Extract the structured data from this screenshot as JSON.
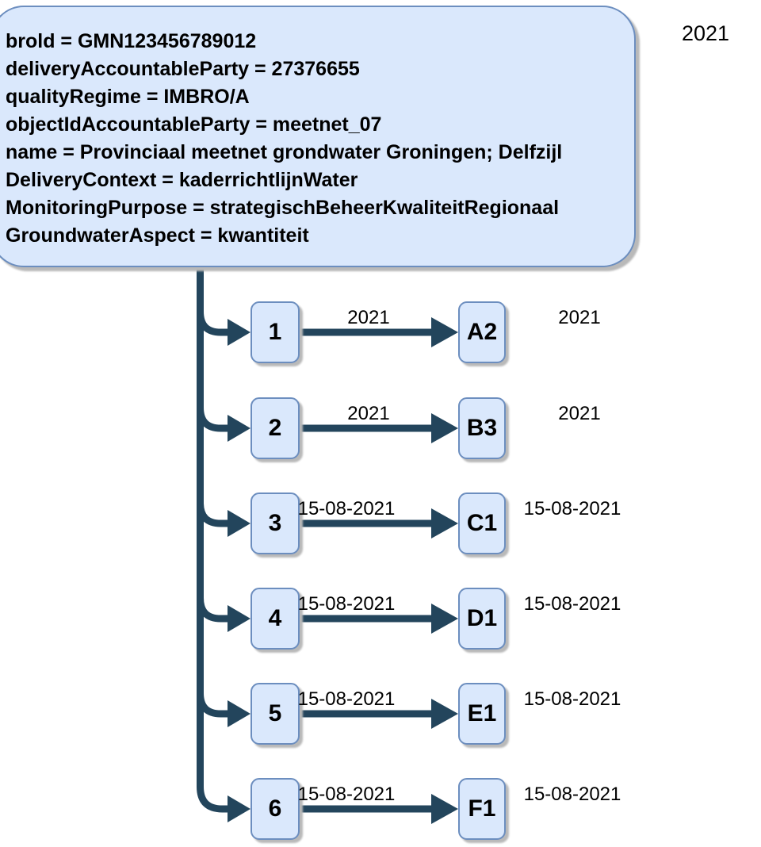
{
  "diagram": {
    "colors": {
      "node_fill": "#dae8fc",
      "node_border": "#6c8ebf",
      "connector": "#23455c",
      "shadow": "#b9b9b9",
      "text": "#000000",
      "background": "#ffffff"
    },
    "gmn_box": {
      "lines": [
        "brold = GMN123456789012",
        "deliveryAccountableParty = 27376655",
        "qualityRegime = IMBRO/A",
        "objectIdAccountableParty = meetnet_07",
        "name = Provinciaal meetnet grondwater Groningen; Delfzijl",
        "DeliveryContext = kaderrichtlijnWater",
        "MonitoringPurpose = strategischBeheerKwaliteitRegionaal",
        "GroundwaterAspect = kwantiteit"
      ],
      "start_date": "2021"
    },
    "rows": [
      {
        "order": "1",
        "point": "A2",
        "edge_label": "2021",
        "date_label": "2021"
      },
      {
        "order": "2",
        "point": "B3",
        "edge_label": "2021",
        "date_label": "2021"
      },
      {
        "order": "3",
        "point": "C1",
        "edge_label": "15-08-2021",
        "date_label": "15-08-2021"
      },
      {
        "order": "4",
        "point": "D1",
        "edge_label": "15-08-2021",
        "date_label": "15-08-2021"
      },
      {
        "order": "5",
        "point": "E1",
        "edge_label": "15-08-2021",
        "date_label": "15-08-2021"
      },
      {
        "order": "6",
        "point": "F1",
        "edge_label": "15-08-2021",
        "date_label": "15-08-2021"
      }
    ]
  }
}
